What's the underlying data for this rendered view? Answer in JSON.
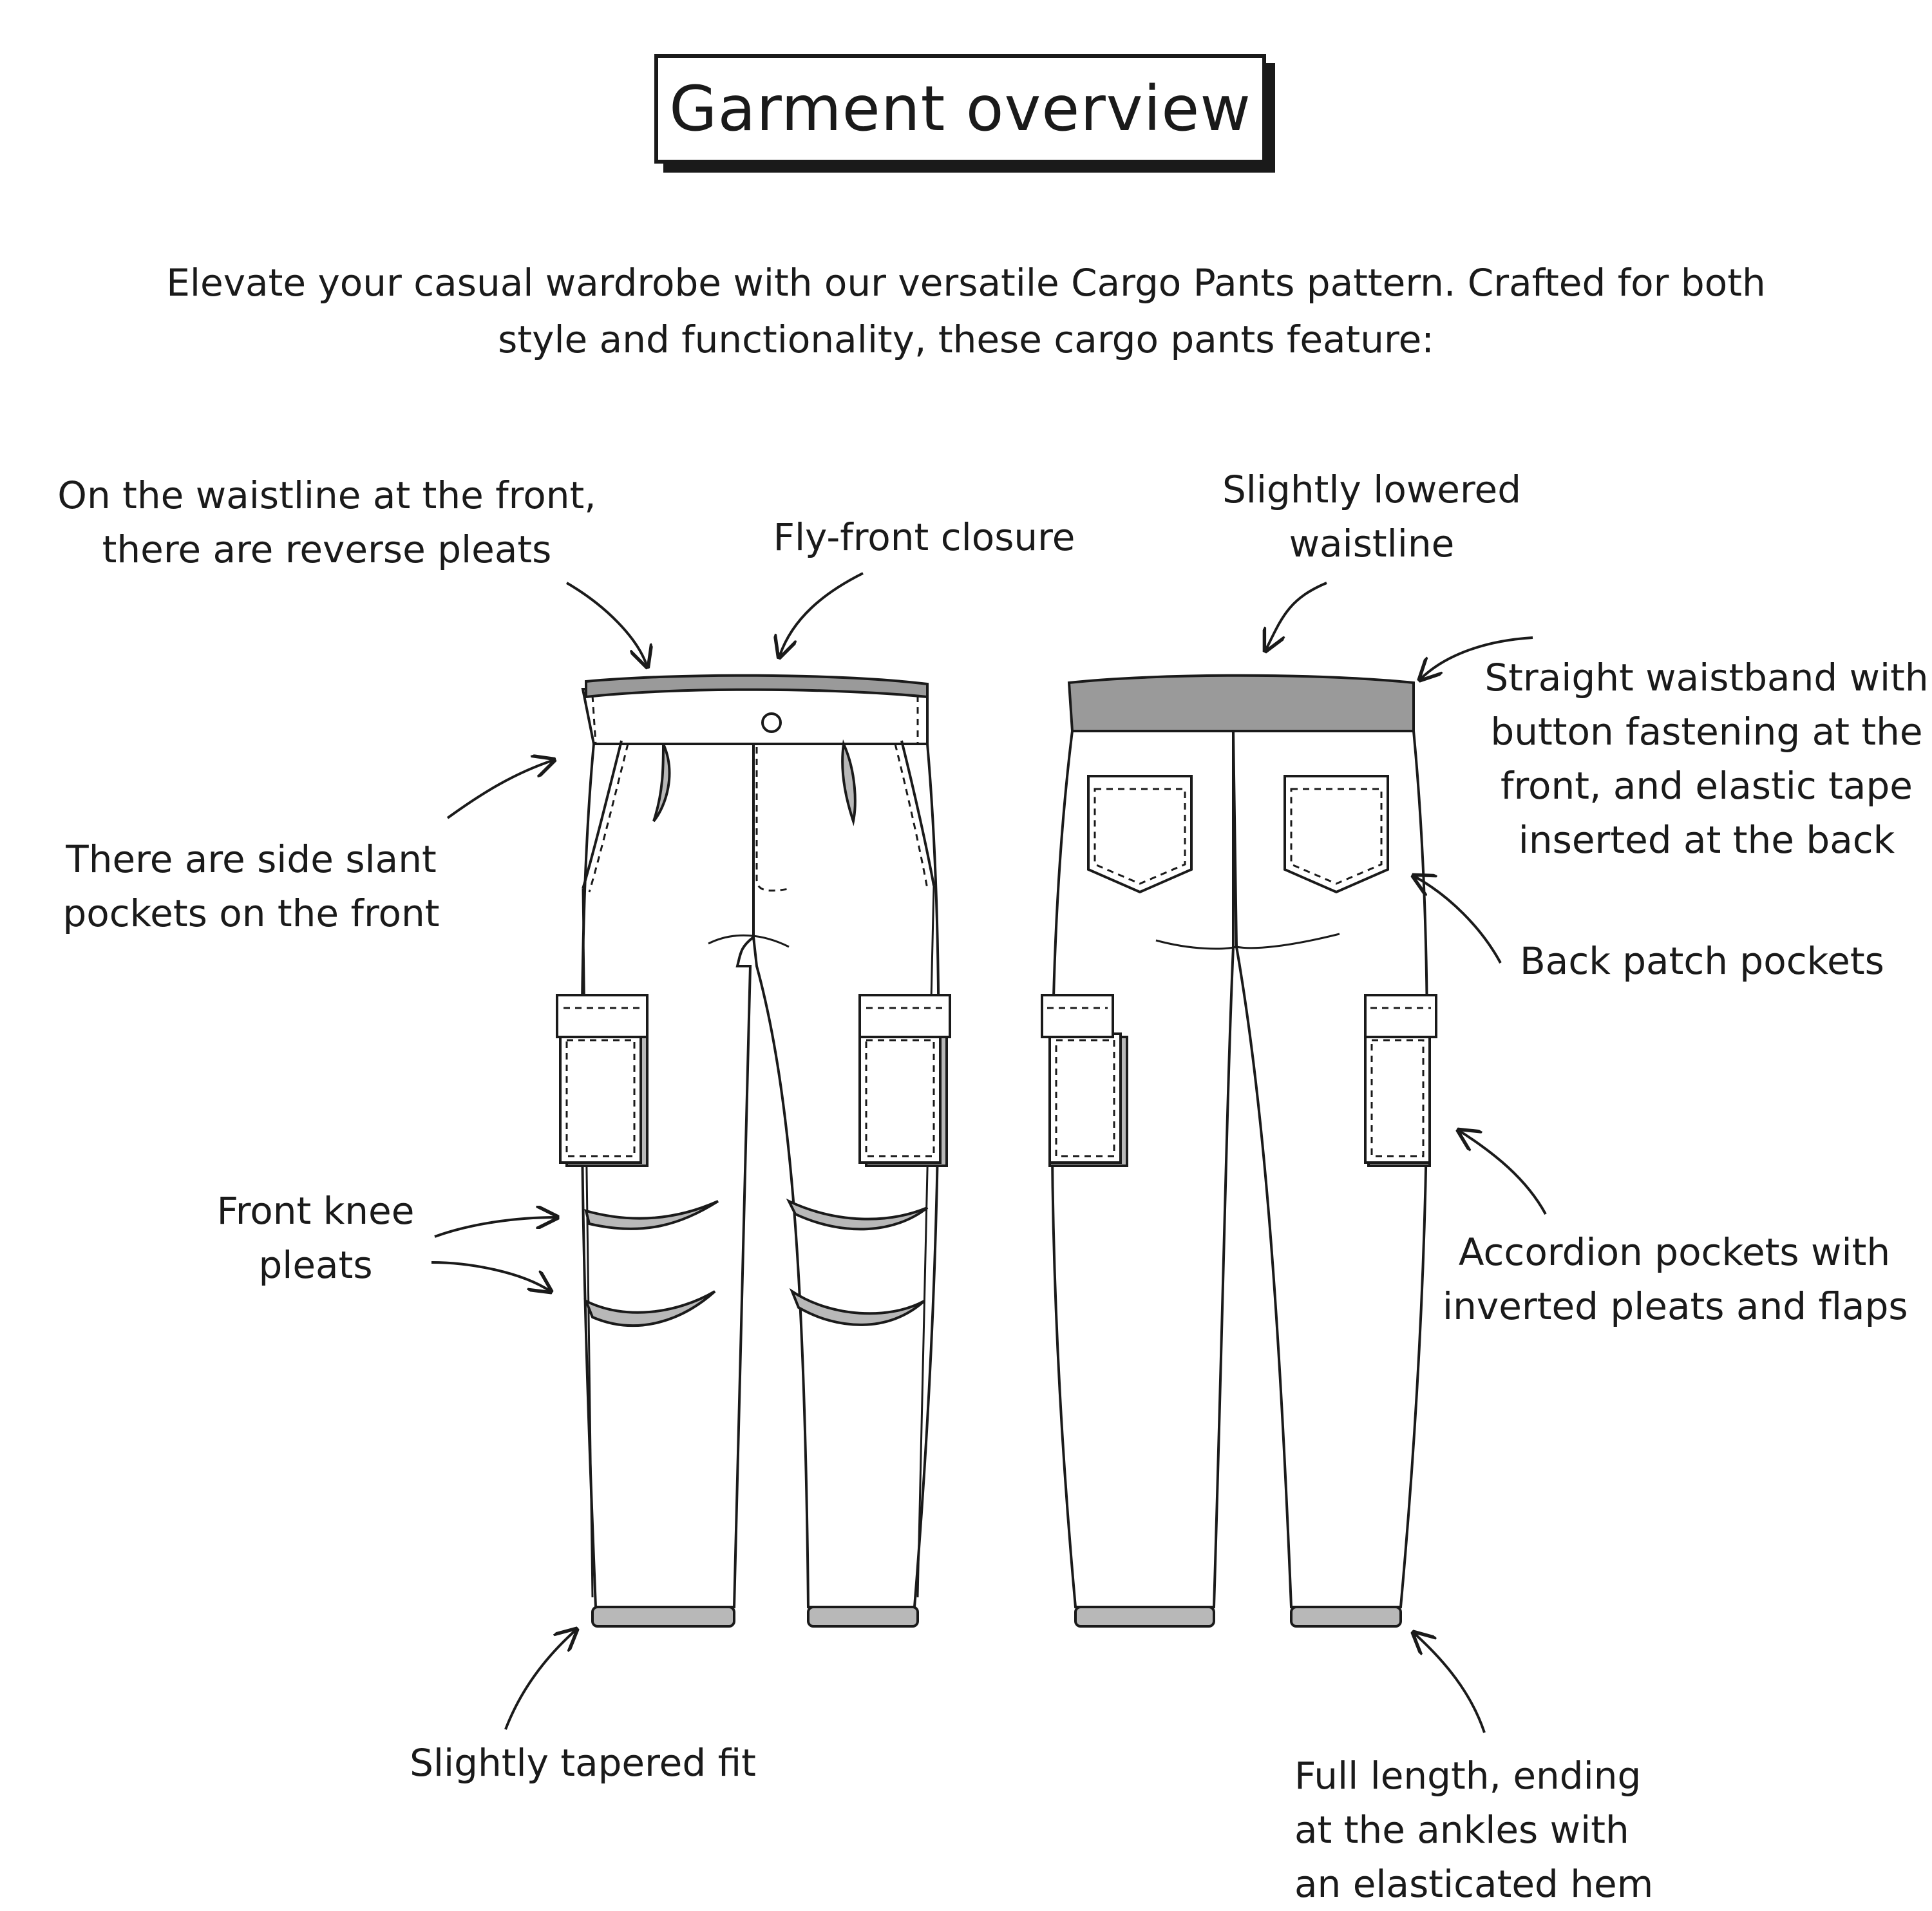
{
  "title": "Garment overview",
  "intro": {
    "line1": "Elevate your casual wardrobe with our versatile Cargo Pants pattern. Crafted for both",
    "line2": "style and functionality, these cargo pants feature:"
  },
  "labels": {
    "reverse_pleats": {
      "line1": "On the waistline at the front,",
      "line2": "there are reverse pleats"
    },
    "fly_front": {
      "line1": "Fly-front closure"
    },
    "lowered_waistline": {
      "line1": "Slightly lowered",
      "line2": "waistline"
    },
    "waistband": {
      "line1": "Straight waistband with",
      "line2": "button fastening at the",
      "line3": "front, and elastic tape",
      "line4": "inserted at the back"
    },
    "slant_pockets": {
      "line1": "There are side slant",
      "line2": "pockets on the front"
    },
    "back_patch_pockets": {
      "line1": "Back patch pockets"
    },
    "knee_pleats": {
      "line1": "Front knee",
      "line2": "pleats"
    },
    "accordion_pockets": {
      "line1": "Accordion pockets with",
      "line2": "inverted pleats and flaps"
    },
    "tapered_fit": {
      "line1": "Slightly tapered fit"
    },
    "full_length": {
      "line1": "Full length, ending",
      "line2": "at the ankles with",
      "line3": "an elasticated hem"
    }
  },
  "colors": {
    "ink": "#1a1a1a",
    "shade": "#b8b8b8",
    "band": "#9a9a9a",
    "paper": "#ffffff"
  }
}
